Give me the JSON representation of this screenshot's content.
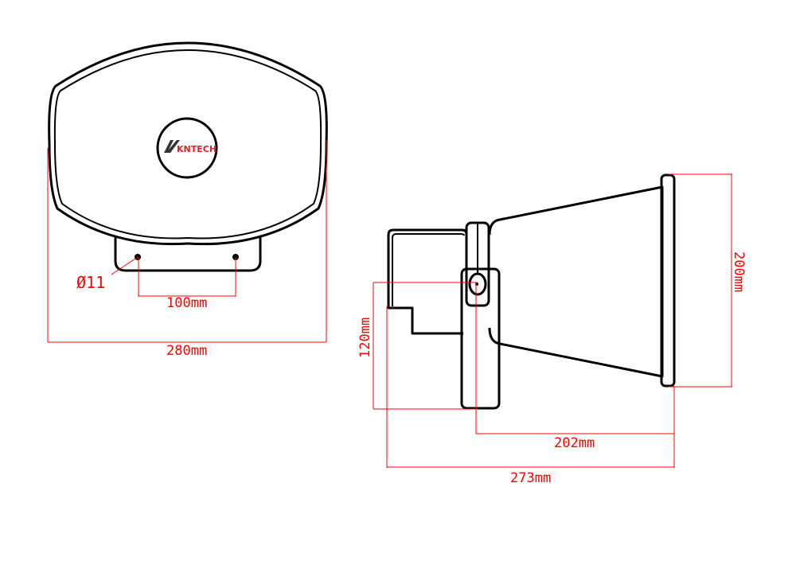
{
  "front_view": {
    "logo_text": "KNTECH",
    "hole_label": "Ø11",
    "hole_spacing_label": "100mm",
    "width_label": "280mm"
  },
  "side_view": {
    "height_label": "200mm",
    "mount_height_label": "120mm",
    "horn_depth_label": "202mm",
    "total_depth_label": "273mm"
  },
  "colors": {
    "outline": "#000000",
    "dimension": "#ff0000",
    "logo": "#e0202a"
  }
}
